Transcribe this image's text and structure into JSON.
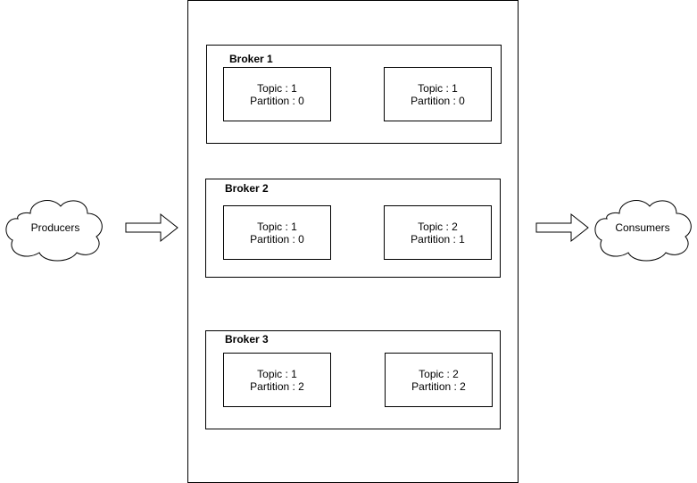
{
  "producers": {
    "label": "Producers",
    "icon": "cloud-icon"
  },
  "consumers": {
    "label": "Consumers",
    "icon": "cloud-icon"
  },
  "arrows": {
    "icon": "right-arrow-icon"
  },
  "brokers": [
    {
      "title": "Broker 1",
      "partitions": [
        {
          "topic": "Topic : 1",
          "partition": "Partition : 0"
        },
        {
          "topic": "Topic : 1",
          "partition": "Partition : 0"
        }
      ]
    },
    {
      "title": "Broker 2",
      "partitions": [
        {
          "topic": "Topic : 1",
          "partition": "Partition : 0"
        },
        {
          "topic": "Topic : 2",
          "partition": "Partition : 1"
        }
      ]
    },
    {
      "title": "Broker 3",
      "partitions": [
        {
          "topic": "Topic : 1",
          "partition": "Partition : 2"
        },
        {
          "topic": "Topic : 2",
          "partition": "Partition : 2"
        }
      ]
    }
  ]
}
